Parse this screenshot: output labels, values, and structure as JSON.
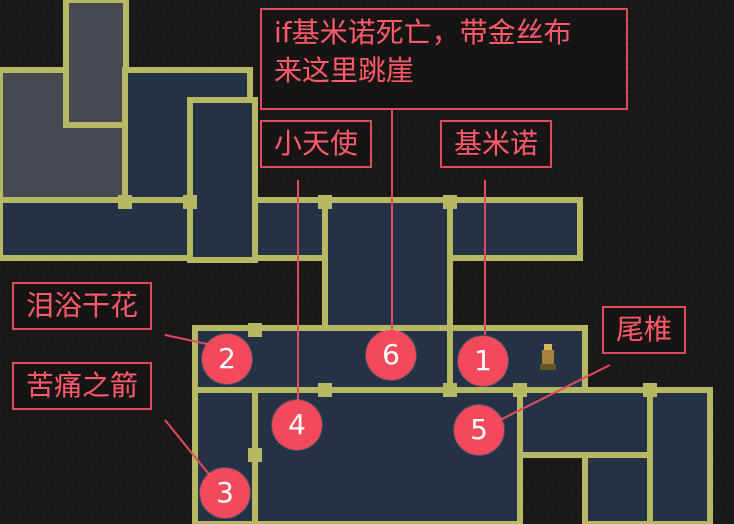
{
  "colors": {
    "background": "#161514",
    "room_fill": "#253246",
    "room_fill_gray": "#464a50",
    "wall": "#b6b864",
    "wall_dark": "#756c3a",
    "annotation": "#e24a5e",
    "badge": "#f24a5c"
  },
  "labels": {
    "note_6_line1": "if基米诺死亡，带金丝布",
    "note_6_line2": "来这里跳崖",
    "angel": "小天使",
    "kimino": "基米诺",
    "tear_flower": "泪浴干花",
    "arrow_of_pain": "苦痛之箭",
    "coccyx": "尾椎"
  },
  "markers": [
    "1",
    "2",
    "3",
    "4",
    "5",
    "6"
  ],
  "icons": {
    "npc": "npc-figure-icon"
  }
}
